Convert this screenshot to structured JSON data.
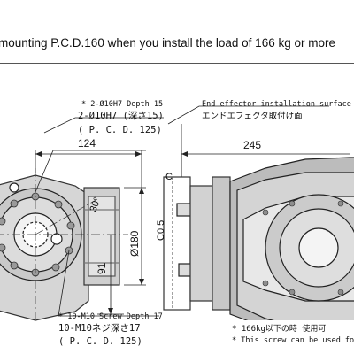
{
  "header_note": "mounting P.C.D.160 when you install the load of 166 kg or more",
  "dimensions": {
    "d124": "124",
    "d245": "245",
    "d91": "91",
    "phi180": "Ø180",
    "c05": "C0.5",
    "deg30": "30°",
    "stray_c": "C"
  },
  "callouts": {
    "pin_en": "* 2-Ø10H7 Depth 15",
    "pin_jp": "2-Ø10H7 (深さ15)",
    "pin_pcd": "( P. C. D. 125)",
    "surface_en": "End effector installation surface",
    "surface_jp": "エンドエフェクタ取付け面",
    "screw_en": "* 10-M10 Screw Depth 17",
    "screw_jp": "10-M10ネジ深さ17",
    "screw_pcd": "( P. C. D. 125)",
    "note_jp": "* 166kg以下の時 使用可",
    "note_en": "* This screw can be used fo"
  }
}
